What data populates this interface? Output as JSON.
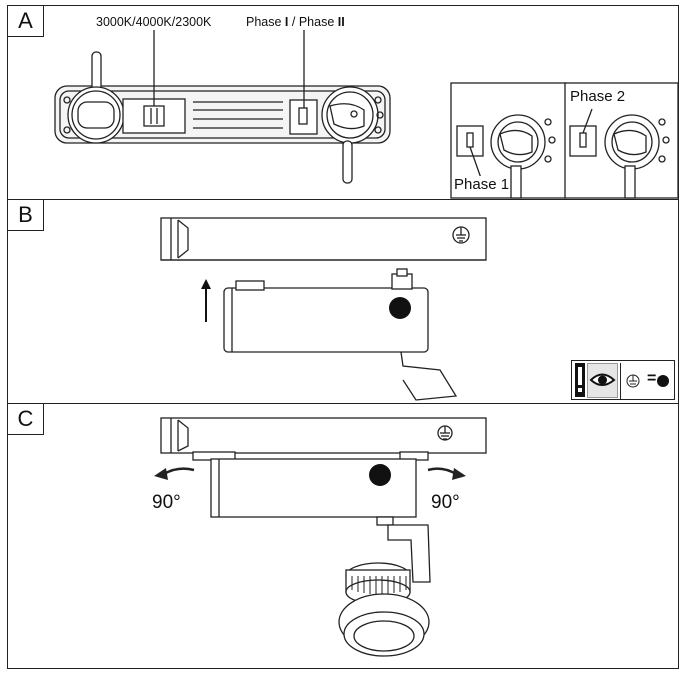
{
  "panels": [
    {
      "letter": "A"
    },
    {
      "letter": "B"
    },
    {
      "letter": "C"
    }
  ],
  "panel_a": {
    "color_temp_label": "3000K/4000K/2300K",
    "phase_label_prefix": "Phase ",
    "phase_label_one": "I",
    "phase_label_mid": " / Phase ",
    "phase_label_two": "II",
    "phase1_label": "Phase 1",
    "phase2_label": "Phase 2"
  },
  "panel_c": {
    "angle_left": "90°",
    "angle_right": "90°"
  },
  "legend": {
    "equals": "=",
    "icons": [
      "warning-exclamation-icon",
      "eye-icon",
      "ground-symbol-icon",
      "filled-dot-icon"
    ]
  }
}
